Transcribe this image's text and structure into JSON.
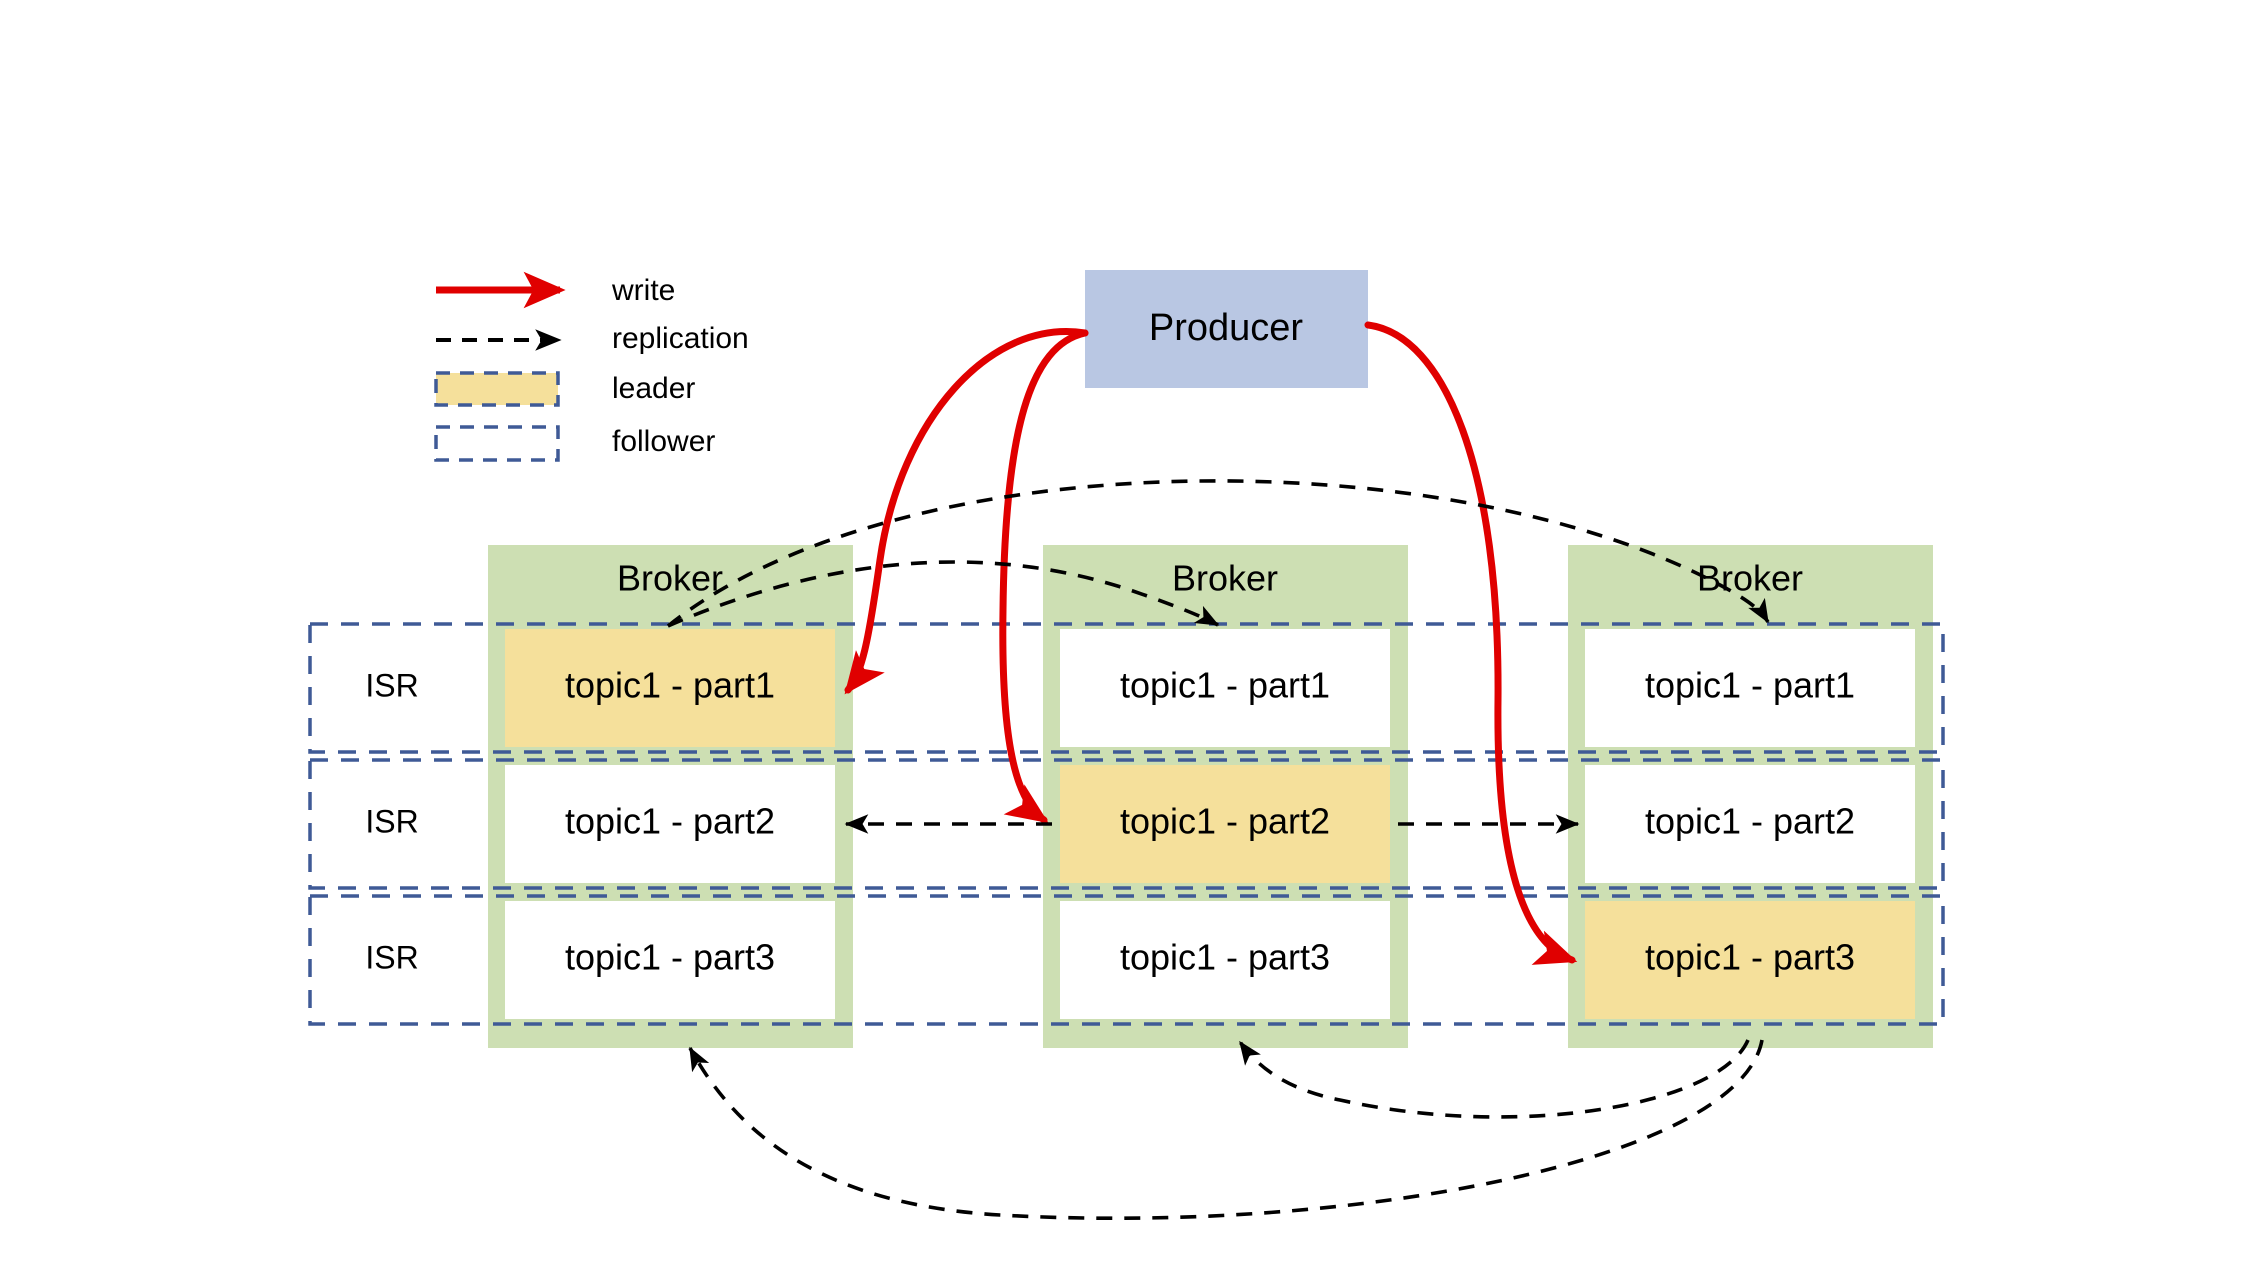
{
  "diagram": {
    "title": "Kafka topic partition replication across brokers",
    "colors": {
      "leader_fill": "#f5e09b",
      "follower_fill": "#ffffff",
      "broker_fill": "#cddfb3",
      "producer_fill": "#b9c7e3",
      "isr_border": "#3f5a96",
      "write_arrow": "#e00000",
      "replication_arrow": "#000000",
      "text": "#000000",
      "background": "#ffffff"
    },
    "legend": {
      "items": [
        {
          "id": "write",
          "label": "write",
          "style": "solid-arrow",
          "color": "#e00000"
        },
        {
          "id": "replication",
          "label": "replication",
          "style": "dashed-arrow",
          "color": "#000000"
        },
        {
          "id": "leader",
          "label": "leader",
          "style": "filled-box",
          "fill": "#f5e09b",
          "stroke": "#3f5a96"
        },
        {
          "id": "follower",
          "label": "follower",
          "style": "empty-box",
          "fill": "#ffffff",
          "stroke": "#3f5a96"
        }
      ]
    },
    "producer": {
      "label": "Producer"
    },
    "isr_rows": [
      {
        "label": "ISR"
      },
      {
        "label": "ISR"
      },
      {
        "label": "ISR"
      }
    ],
    "brokers": [
      {
        "label": "Broker",
        "partitions": [
          {
            "label": "topic1 - part1",
            "role": "leader"
          },
          {
            "label": "topic1 - part2",
            "role": "follower"
          },
          {
            "label": "topic1 - part3",
            "role": "follower"
          }
        ]
      },
      {
        "label": "Broker",
        "partitions": [
          {
            "label": "topic1 - part1",
            "role": "follower"
          },
          {
            "label": "topic1 - part2",
            "role": "leader"
          },
          {
            "label": "topic1 - part3",
            "role": "follower"
          }
        ]
      },
      {
        "label": "Broker",
        "partitions": [
          {
            "label": "topic1 - part1",
            "role": "follower"
          },
          {
            "label": "topic1 - part2",
            "role": "follower"
          },
          {
            "label": "topic1 - part3",
            "role": "leader"
          }
        ]
      }
    ],
    "write_flows": [
      {
        "from": "producer",
        "to": "broker1.part1"
      },
      {
        "from": "producer",
        "to": "broker2.part2"
      },
      {
        "from": "producer",
        "to": "broker3.part3"
      }
    ],
    "replication_flows": [
      {
        "from": "broker1.part1",
        "to": "broker2.part1"
      },
      {
        "from": "broker1.part1",
        "to": "broker3.part1"
      },
      {
        "from": "broker2.part2",
        "to": "broker1.part2"
      },
      {
        "from": "broker2.part2",
        "to": "broker3.part2"
      },
      {
        "from": "broker3.part3",
        "to": "broker2.part3"
      },
      {
        "from": "broker3.part3",
        "to": "broker1.part3"
      }
    ]
  }
}
